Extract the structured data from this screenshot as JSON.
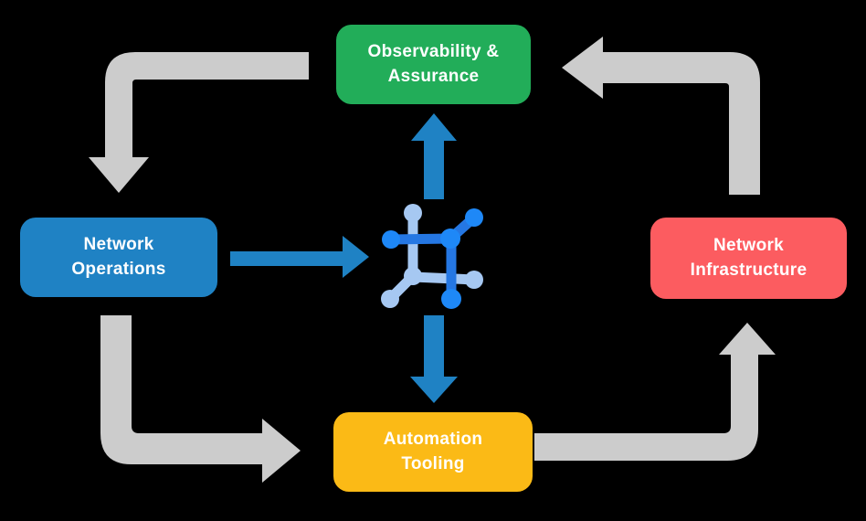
{
  "background": "#000000",
  "colors": {
    "background": "#000000",
    "green": "#22AD59",
    "blue": "#1F82C4",
    "red": "#FC5C60",
    "yellow": "#FBBA16",
    "gray_arrow": "#CCCCCC",
    "blue_arrow": "#1F82C4",
    "icon_line_blue": "#2577E3",
    "icon_node_blue": "#1E88F7",
    "icon_light_blue": "#A6C8F2",
    "text": "#FFFFFF"
  },
  "nodes": {
    "observability": {
      "lines": [
        "Observability &",
        "Assurance"
      ]
    },
    "operations": {
      "lines": [
        "Network",
        "Operations"
      ]
    },
    "infrastructure": {
      "lines": [
        "Network",
        "Infrastructure"
      ]
    },
    "automation": {
      "lines": [
        "Automation",
        "Tooling"
      ]
    }
  },
  "icons": {
    "center": "network-automation-icon"
  },
  "arrows": {
    "gray": [
      {
        "name": "arrow-observability-to-operations",
        "from": "Observability & Assurance",
        "to": "Network Operations",
        "shape": "left-then-down"
      },
      {
        "name": "arrow-infrastructure-to-observability",
        "from": "Network Infrastructure",
        "to": "Observability & Assurance",
        "shape": "up-then-left"
      },
      {
        "name": "arrow-operations-to-automation",
        "from": "Network Operations",
        "to": "Automation Tooling",
        "shape": "down-then-right"
      },
      {
        "name": "arrow-automation-to-infrastructure",
        "from": "Automation Tooling",
        "to": "Network Infrastructure",
        "shape": "right-then-up"
      }
    ],
    "blue": [
      {
        "name": "arrow-operations-to-center",
        "from": "Network Operations",
        "to": "center-icon",
        "shape": "right"
      },
      {
        "name": "arrow-center-to-observability",
        "from": "center-icon",
        "to": "Observability & Assurance",
        "shape": "up"
      },
      {
        "name": "arrow-center-to-automation",
        "from": "center-icon",
        "to": "Automation Tooling",
        "shape": "down"
      }
    ]
  }
}
